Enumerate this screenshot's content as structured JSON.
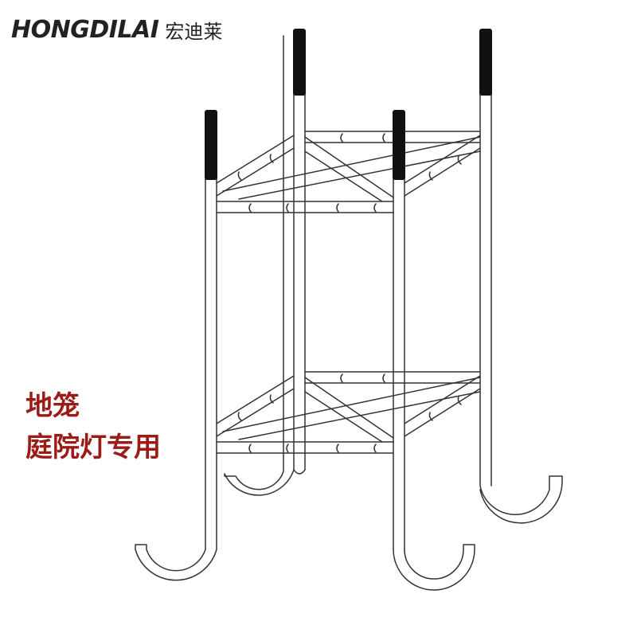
{
  "brand": {
    "latin": "HONGDILAI",
    "cjk": "宏迪莱",
    "color": "#222222"
  },
  "caption": {
    "line1": "地笼",
    "line2": "庭院灯专用",
    "color": "#9b1b17"
  },
  "drawing": {
    "subject": "ground-cage-frame",
    "stroke_color": "#333333",
    "cap_color": "#111111"
  }
}
